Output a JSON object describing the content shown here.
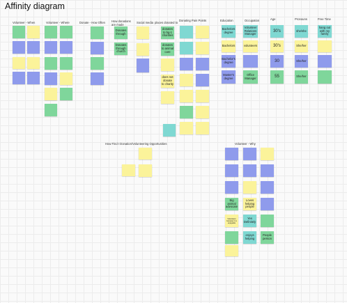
{
  "board": {
    "title": "Affinity diagram"
  },
  "headers": {
    "volunteer_when": "Volunteer - When",
    "volunteer_where": "Volunteer - Where",
    "donate_how_often": "Donate - How Often",
    "how_donations_made": "How donations are made",
    "social_media": "Social media",
    "places_donated_to": "places donated to",
    "donating_pain_points": "Donating Pain Points",
    "education": "Education",
    "occupation": "Occupation",
    "age": "Age",
    "pronouns": "Pronouns",
    "free_time": "Free Time",
    "how_find": "How Find I Donation/Volunteering Opportunities",
    "volunteer_why": "Volunteer - Why"
  },
  "notes": {
    "dhm1": "Donates through",
    "dhm2": "Donates through church",
    "pd1": "donates to bg-1 charities",
    "pd2": "donates to animal care",
    "pd3": "does not donate to charity",
    "ed1": "Bachelors degree",
    "ed2": "Bachelors",
    "ed3": "Bachelor's degree",
    "ed4": "Master's degree",
    "oc1": "Volunteer Relations Manager",
    "oc2": "volunteers",
    "oc3": "Office Manager",
    "age1": "30's",
    "age2": "30's",
    "age3": "30",
    "age4": "55",
    "pr1": "she/she",
    "pr2": "She/her",
    "pr3": "She/her",
    "pr4": "She/her",
    "ft1": "hang out with my family",
    "vy1": "Big animal advocate",
    "vy2": "Volunteers because it is enjoyable",
    "vy3": "Loves helping people",
    "vy4": "Yes Definitely",
    "vy5": "enjoys helping",
    "vy6": "People person"
  }
}
